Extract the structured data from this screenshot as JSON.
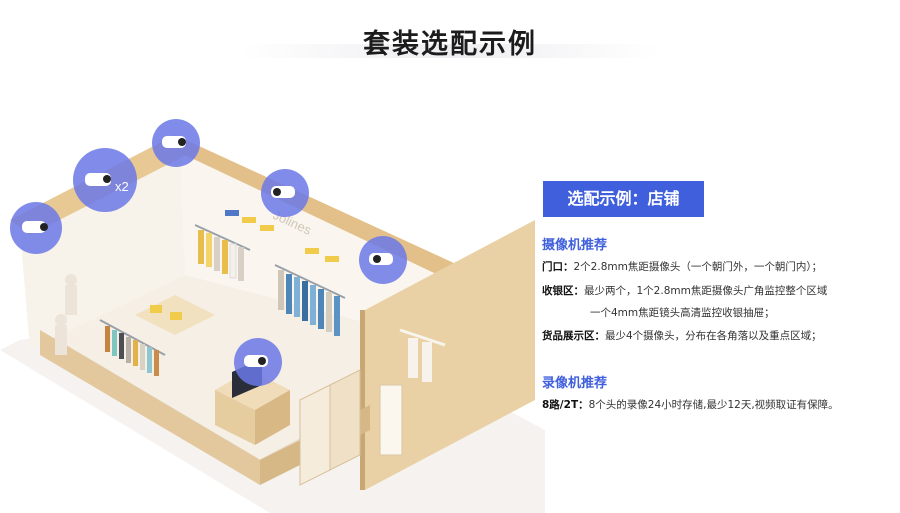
{
  "page_title": "套装选配示例",
  "badge": "选配示例：店铺",
  "camera_section": {
    "title": "摄像机推荐",
    "rows": [
      {
        "label": "门口：",
        "text": "2个2.8mm焦距摄像头（一个朝门外，一个朝门内）；"
      },
      {
        "label": "收银区：",
        "text": "最少两个，1个2.8mm焦距摄像头广角监控整个区域"
      },
      {
        "label": "",
        "text": "一个4mm焦距镜头高清监控收银抽屉；"
      },
      {
        "label": "货品展示区：",
        "text": "最少4个摄像头，分布在各角落以及重点区域；"
      }
    ]
  },
  "recorder_section": {
    "title": "录像机推荐",
    "rows": [
      {
        "label": "8路/2T：",
        "text": "8个头的录像24小时存储,最少12天,视频取证有保障。"
      }
    ]
  },
  "illustration": {
    "camera_multiplier": "x2",
    "store_sign": "Jolines"
  },
  "colors": {
    "accent": "#3f5fdc",
    "camera_halo": "#6b78e6",
    "wall": "#e9d2a8",
    "floor": "#f3ece2"
  }
}
